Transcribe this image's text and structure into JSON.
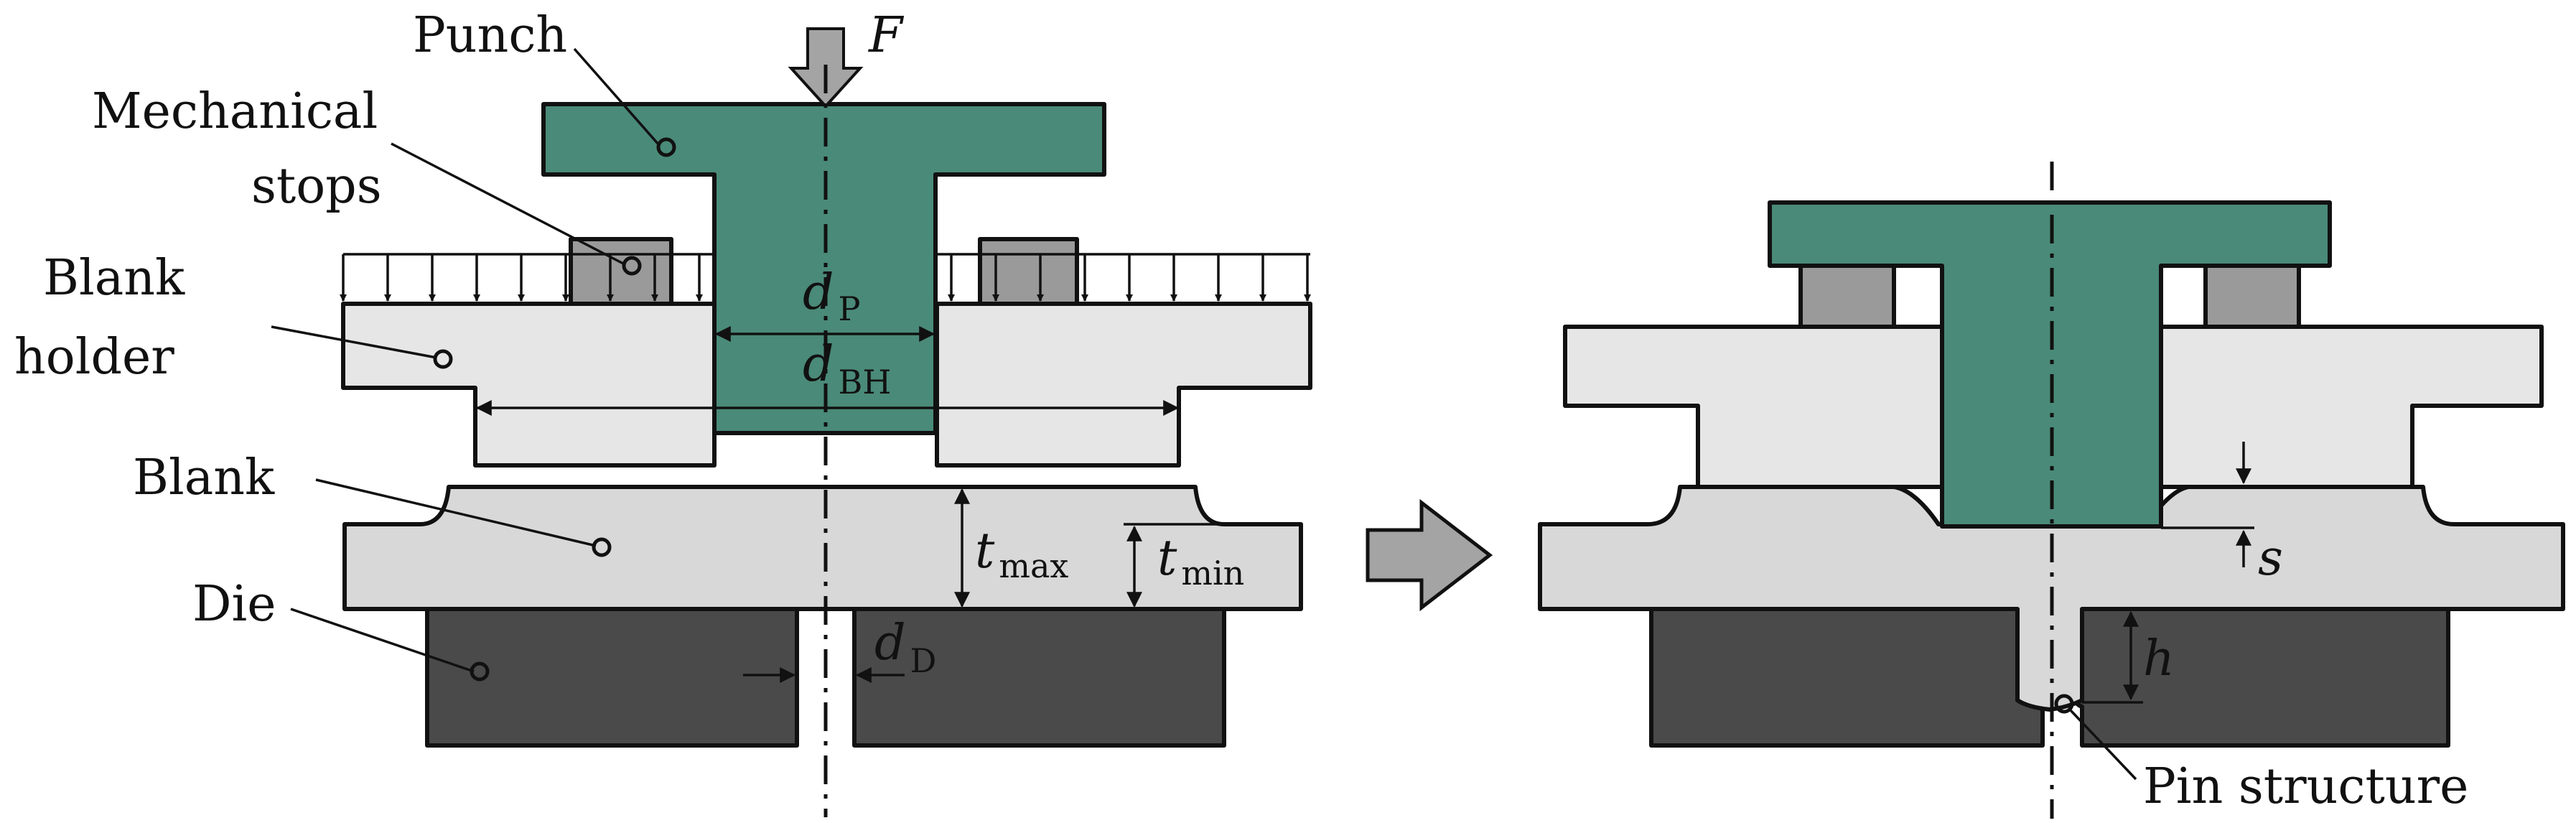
{
  "colors": {
    "punch": "#4a8a78",
    "stop": "#9a9a9a",
    "blank_holder": "#e6e6e6",
    "blank": "#d8d8d8",
    "die": "#4a4a4a",
    "arrow": "#a4a4a4",
    "line": "#111111"
  },
  "labels": {
    "punch": "Punch",
    "mechanical_stops_line1": "Mechanical",
    "mechanical_stops_line2": "stops",
    "blank_holder_line1": "Blank",
    "blank_holder_line2": "holder",
    "blank": "Blank",
    "die": "Die",
    "pin_structure": "Pin structure"
  },
  "symbols": {
    "force": "F",
    "d_p_main": "d",
    "d_p_sub": "P",
    "d_bh_main": "d",
    "d_bh_sub": "BH",
    "d_d_main": "d",
    "d_d_sub": "D",
    "t_max_main": "t",
    "t_max_sub": "max",
    "t_min_main": "t",
    "t_min_sub": "min",
    "s": "s",
    "h": "h"
  },
  "icons": {
    "process_arrow": "right-arrow-icon",
    "force_arrow": "down-arrow-icon"
  }
}
